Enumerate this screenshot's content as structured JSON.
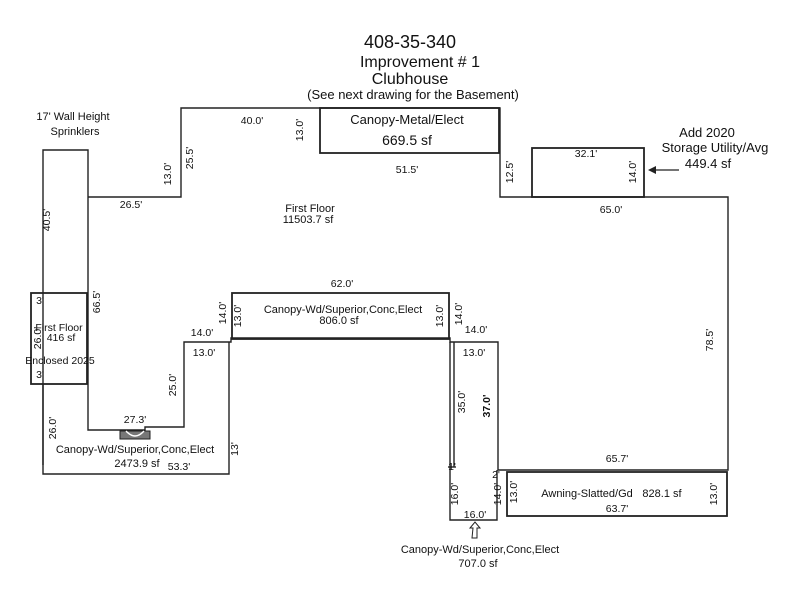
{
  "header": {
    "parcel": "408-35-340",
    "improvement": "Improvement # 1",
    "building": "Clubhouse",
    "note": "(See next drawing for the Basement)"
  },
  "notes": {
    "wall_height": "17' Wall Height",
    "sprinklers": "Sprinklers"
  },
  "areas": {
    "first_floor": {
      "name": "First Floor",
      "sf": "11503.7 sf"
    },
    "canopy_metal": {
      "name": "Canopy-Metal/Elect",
      "sf": "669.5 sf"
    },
    "storage": {
      "line1": "Add 2020",
      "line2": "Storage Utility/Avg",
      "sf": "449.4 sf"
    },
    "canopy_center": {
      "name": "Canopy-Wd/Superior,Conc,Elect",
      "sf": "806.0 sf"
    },
    "enclosed": {
      "name": "First Floor",
      "sf": "416 sf",
      "note": "Enclosed 2025"
    },
    "canopy_left": {
      "name": "Canopy-Wd/Superior,Conc,Elect",
      "sf": "2473.9 sf"
    },
    "awning": {
      "name": "Awning-Slatted/Gd",
      "sf": "828.1 sf"
    },
    "canopy_bottom": {
      "name": "Canopy-Wd/Superior,Conc,Elect",
      "sf": "707.0 sf"
    }
  },
  "dimensions": {
    "d40_0": "40.0'",
    "d13_0_a": "13.0'",
    "d25_5": "25.5'",
    "d13_0_b": "13.0'",
    "d51_5": "51.5'",
    "d12_5": "12.5'",
    "d32_1": "32.1'",
    "d14_0_s": "14.0'",
    "d65_0": "65.0'",
    "d40_5": "40.5'",
    "d26_5": "26.5'",
    "d66_5": "66.5'",
    "d3_top": "3'",
    "d26_0_enc": "26.0'",
    "d3_bot": "3'",
    "d62_0": "62.0'",
    "d14_0_l": "14.0'",
    "d13_0_l": "13.0'",
    "d13_0_r": "13.0'",
    "d14_0_r": "14.0'",
    "d14_0_a": "14.0'",
    "d13_0_c": "13.0'",
    "d14_0_b": "14.0'",
    "d13_0_d": "13.0'",
    "d25_0": "25.0'",
    "d27_3": "27.3'",
    "d26_0_l": "26.0'",
    "d53_3": "53.3'",
    "d13_l": "13'",
    "d35_0": "35.0'",
    "d37_0": "37.0'",
    "d1": "1'",
    "d2": "2'",
    "d78_5": "78.5'",
    "d65_7": "65.7'",
    "d16_0_v": "16.0'",
    "d14_0_v": "14.0'",
    "d13_0_aw1": "13.0'",
    "d13_0_aw2": "13.0'",
    "d63_7": "63.7'",
    "d16_0_h": "16.0'"
  }
}
